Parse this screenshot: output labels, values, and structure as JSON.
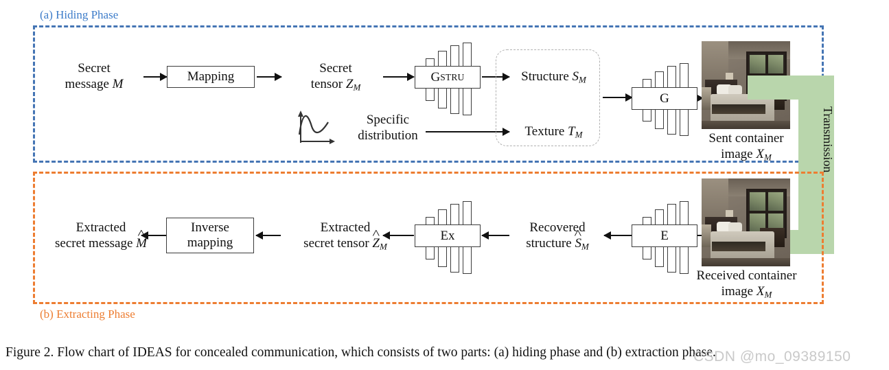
{
  "figure": {
    "caption": "Figure 2. Flow chart of IDEAS for concealed communication, which consists of two parts: (a) hiding phase and (b) extraction phase.",
    "watermark": "CSDN @mo_09389150"
  },
  "phases": {
    "hiding": {
      "label": "(a) Hiding Phase",
      "color": "#3d7cc9"
    },
    "extracting": {
      "label": "(b) Extracting Phase",
      "color": "#ed7d31"
    }
  },
  "transmission": {
    "label": "Transmission",
    "color": "#b9d6ac"
  },
  "hiding_phase": {
    "secret_message": {
      "line1": "Secret",
      "line2_pre": "message ",
      "line2_var": "M"
    },
    "mapping_box": "Mapping",
    "secret_tensor": {
      "line1": "Secret",
      "line2_pre": "tensor ",
      "line2_var": "Z",
      "line2_sub": "M"
    },
    "gstru_box": {
      "main": "G",
      "sub": "STRU"
    },
    "specific_distribution": {
      "line1": "Specific",
      "line2": "distribution"
    },
    "structure": {
      "pre": "Structure ",
      "var": "S",
      "sub": "M"
    },
    "texture": {
      "pre": "Texture ",
      "var": "T",
      "sub": "M"
    },
    "generator_box": "G",
    "sent_container": {
      "line1": "Sent container",
      "line2_pre": "image ",
      "line2_var": "X",
      "line2_sub": "M"
    }
  },
  "extracting_phase": {
    "extracted_message": {
      "line1": "Extracted",
      "line2_pre": "secret message ",
      "line2_var": "M"
    },
    "inverse_mapping_box": {
      "line1": "Inverse",
      "line2": "mapping"
    },
    "extracted_tensor": {
      "line1": "Extracted",
      "line2_pre": "secret tensor ",
      "line2_var": "Z",
      "line2_sub": "M"
    },
    "ex_box": "Ex",
    "recovered_structure": {
      "line1": "Recovered",
      "line2_pre": "structure ",
      "line2_var": "S",
      "line2_sub": "M"
    },
    "extractor_box": "E",
    "received_container": {
      "line1": "Received container",
      "line2_pre": "image ",
      "line2_var": "X",
      "line2_sub": "M"
    }
  },
  "icons": {
    "distribution": "distribution-curve-icon",
    "sent_image": "bedroom-photo",
    "received_image": "bedroom-photo"
  }
}
